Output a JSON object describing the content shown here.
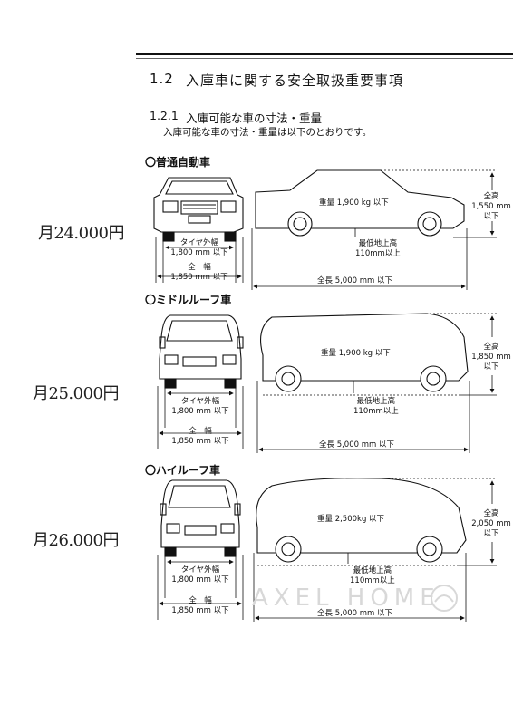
{
  "header": {
    "section_number": "1.2",
    "title": "入庫車に関する安全取扱重要事項"
  },
  "subsection": {
    "number": "1.2.1",
    "title": "入庫可能な車の寸法・重量",
    "description": "入庫可能な車の寸法・重量は以下のとおりです。"
  },
  "vehicles": [
    {
      "type": "〇普通自動車",
      "price": "月24.000円",
      "weight": "重量 1,900 kg 以下",
      "height": [
        "全高",
        "1,550 mm",
        "以下"
      ],
      "clearance": [
        "最低地上高",
        "110mm以上"
      ],
      "tire_width": [
        "タイヤ外幅",
        "1,800 mm 以下"
      ],
      "width": [
        "全　幅",
        "1,850 mm 以下"
      ],
      "length": "全長 5,000 mm 以下"
    },
    {
      "type": "〇ミドルルーフ車",
      "price": "月25.000円",
      "weight": "重量 1,900 kg 以下",
      "height": [
        "全高",
        "1,850 mm",
        "以下"
      ],
      "clearance": [
        "最低地上高",
        "110mm以上"
      ],
      "tire_width": [
        "タイヤ外幅",
        "1,800 mm 以下"
      ],
      "width": [
        "全　幅",
        "1,850 mm 以下"
      ],
      "length": "全長 5,000 mm 以下"
    },
    {
      "type": "〇ハイルーフ車",
      "price": "月26.000円",
      "weight": "重量 2,500kg 以下",
      "height": [
        "全高",
        "2,050 mm",
        "以下"
      ],
      "clearance": [
        "最低地上高",
        "110mm以上"
      ],
      "tire_width": [
        "タイヤ外幅",
        "1,800 mm 以下"
      ],
      "width": [
        "全　幅",
        "1,850 mm 以下"
      ],
      "length": "全長 5,000 mm 以下"
    }
  ],
  "watermark": "AXEL HOME"
}
